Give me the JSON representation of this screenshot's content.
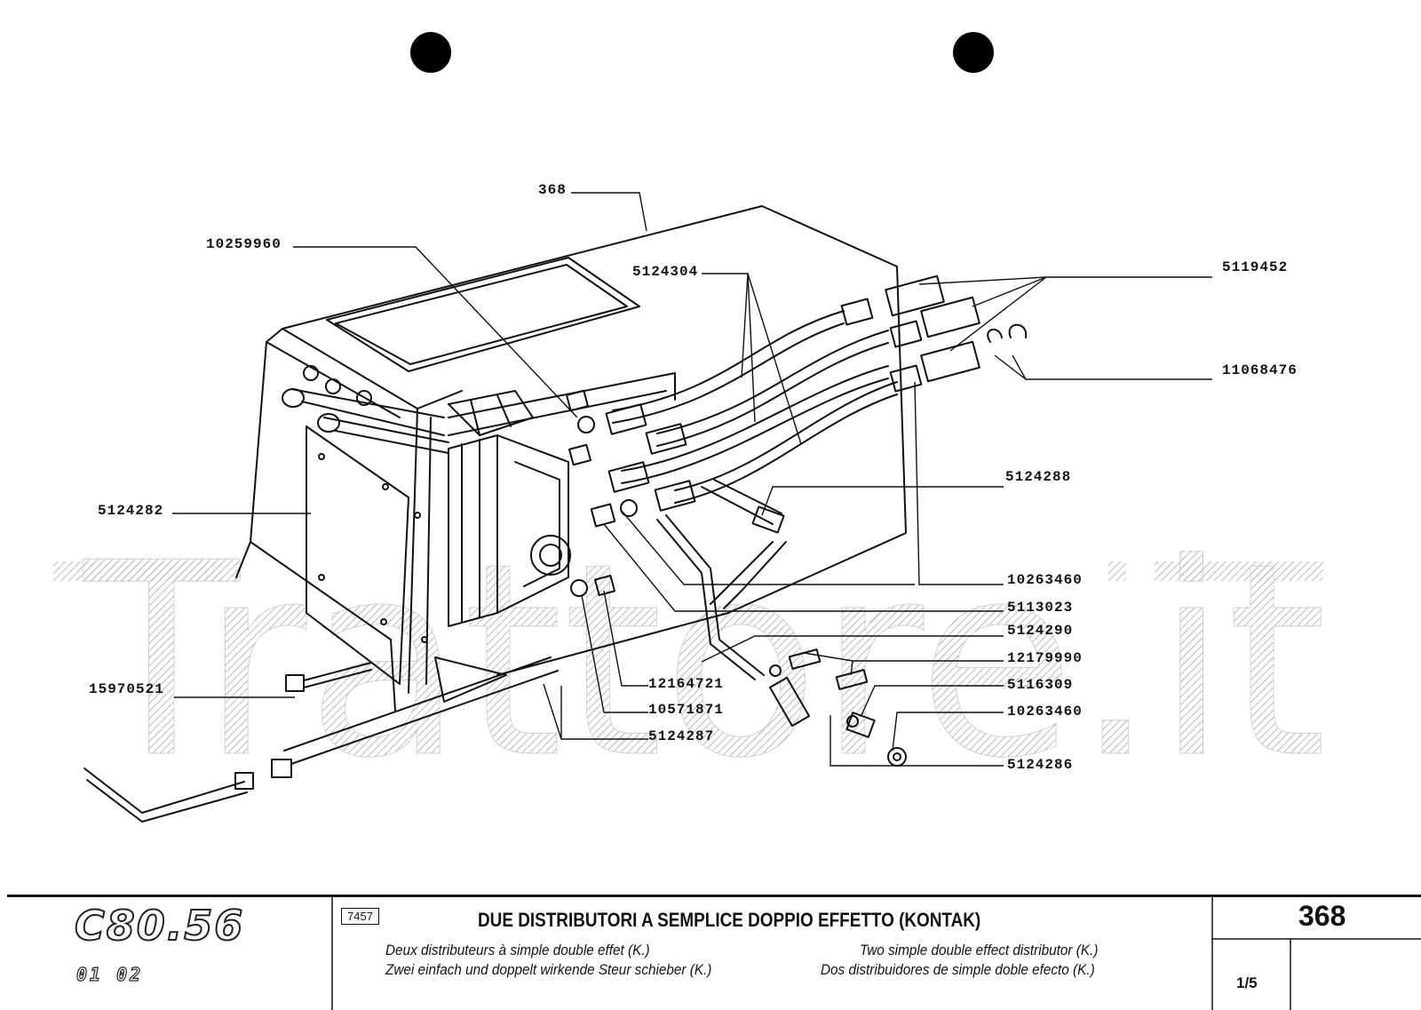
{
  "watermark": "Trattore.it",
  "callouts": [
    {
      "id": "c368",
      "text": "368"
    },
    {
      "id": "c10259960",
      "text": "10259960"
    },
    {
      "id": "c5124304",
      "text": "5124304"
    },
    {
      "id": "c5119452",
      "text": "5119452"
    },
    {
      "id": "c11068476",
      "text": "11068476"
    },
    {
      "id": "c5124288",
      "text": "5124288"
    },
    {
      "id": "c5124282",
      "text": "5124282"
    },
    {
      "id": "c10263460a",
      "text": "10263460"
    },
    {
      "id": "c5113023",
      "text": "5113023"
    },
    {
      "id": "c5124290",
      "text": "5124290"
    },
    {
      "id": "c12179990",
      "text": "12179990"
    },
    {
      "id": "c5116309",
      "text": "5116309"
    },
    {
      "id": "c10263460b",
      "text": "10263460"
    },
    {
      "id": "c12164721",
      "text": "12164721"
    },
    {
      "id": "c10571871",
      "text": "10571871"
    },
    {
      "id": "c15970521",
      "text": "15970521"
    },
    {
      "id": "c5124287",
      "text": "5124287"
    },
    {
      "id": "c5124286",
      "text": "5124286"
    }
  ],
  "titleblock": {
    "model": "C80.56",
    "model_codes": "01 02",
    "code_box": "7457",
    "title": "DUE DISTRIBUTORI A SEMPLICE DOPPIO EFFETTO (KONTAK)",
    "fr": "Deux distributeurs à simple double effet (K.)",
    "de": "Zwei einfach und doppelt wirkende Steur schieber (K.)",
    "en": "Two simple double effect distributor (K.)",
    "es": "Dos distribuidores de simple doble efecto (K.)",
    "page_number": "368",
    "sheet": "1/5"
  }
}
